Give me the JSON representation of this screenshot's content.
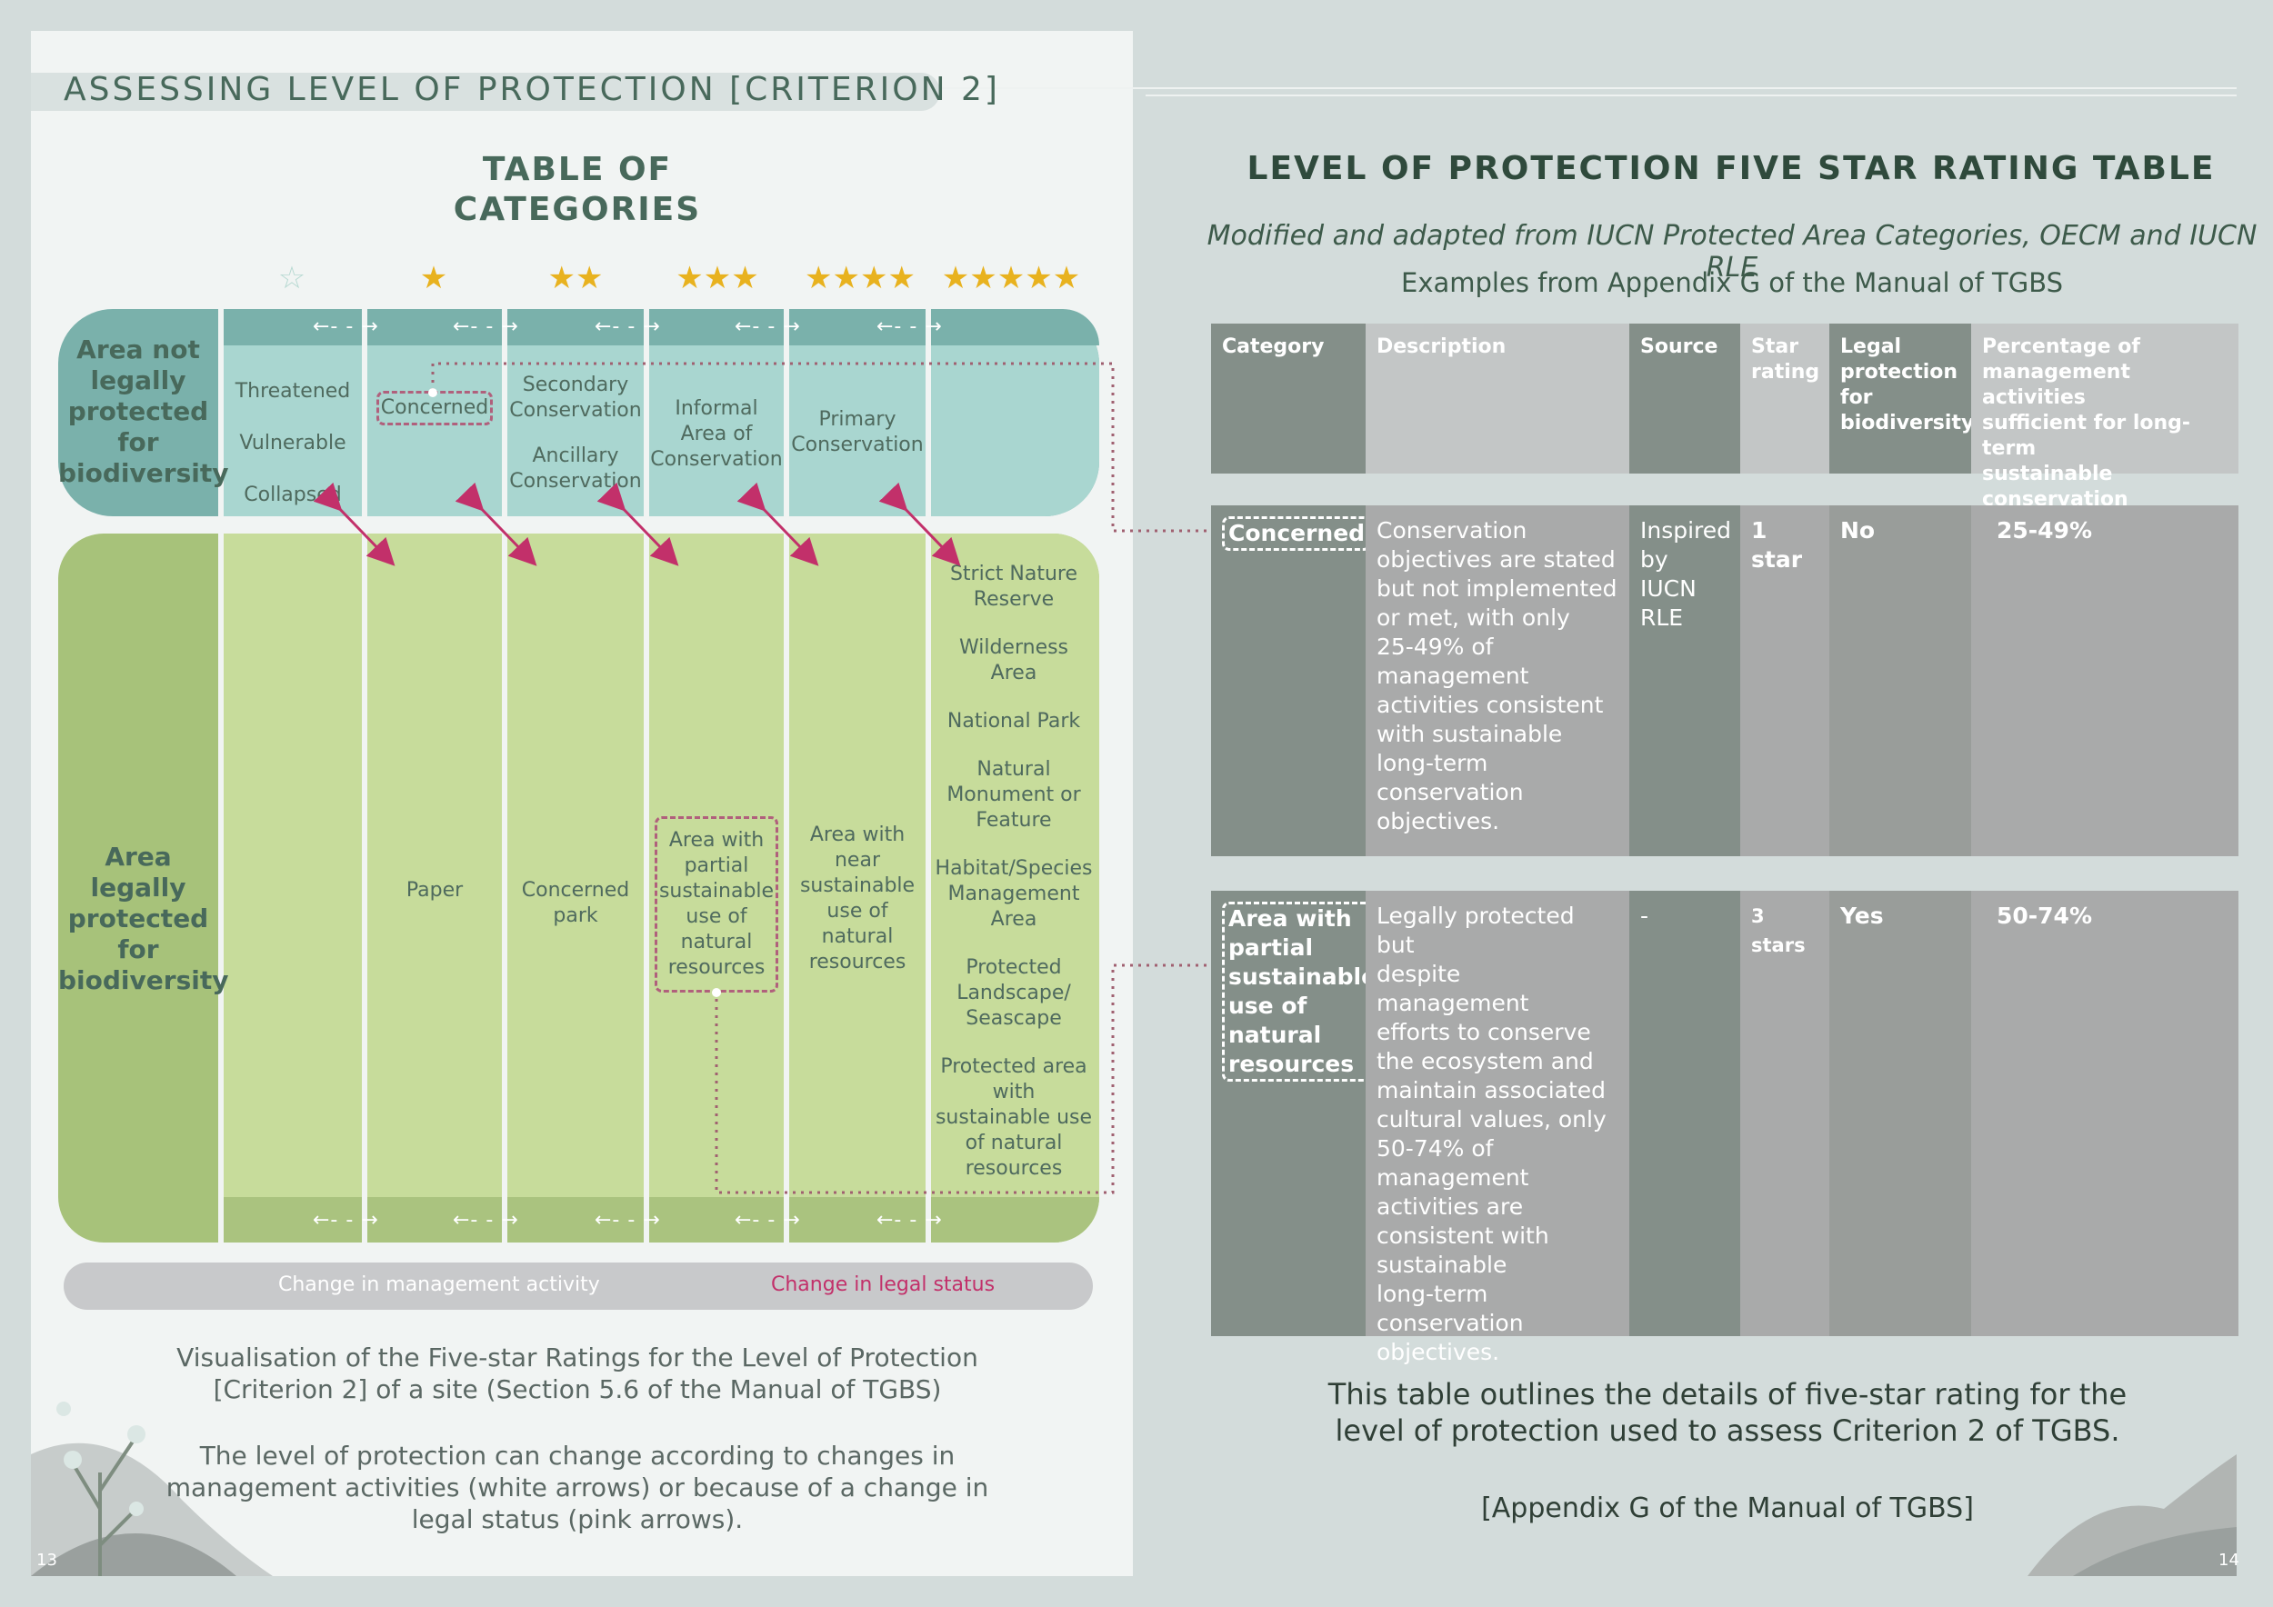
{
  "left": {
    "banner_title": "ASSESSING LEVEL OF PROTECTION [CRITERION 2]",
    "table_title_line1": "TABLE OF",
    "table_title_line2": "CATEGORIES",
    "star_headers": [
      "☆",
      "★",
      "★★",
      "★★★",
      "★★★★",
      "★★★★★"
    ],
    "row_not_protected": [
      "Area not",
      "legally",
      "protected",
      "for",
      "biodiversity"
    ],
    "row_protected": [
      "Area",
      "legally",
      "protected",
      "for",
      "biodiversity"
    ],
    "top_cells": {
      "col0": [
        "Threatened",
        "Vulnerable",
        "Collapsed"
      ],
      "col1": "Concerned",
      "col2a": [
        "Secondary",
        "Conservation"
      ],
      "col2b": [
        "Ancillary",
        "Conservation"
      ],
      "col3": [
        "Informal",
        "Area of",
        "Conservation"
      ],
      "col4": [
        "Primary",
        "Conservation"
      ]
    },
    "bottom_cells": {
      "col1": "Paper",
      "col2": [
        "Concerned",
        "park"
      ],
      "col3": [
        "Area with",
        "partial",
        "sustainable",
        "use of",
        "natural",
        "resources"
      ],
      "col4": [
        "Area with",
        "near",
        "sustainable",
        "use of",
        "natural",
        "resources"
      ],
      "col5": [
        [
          "Strict Nature",
          "Reserve"
        ],
        [
          "Wilderness",
          "Area"
        ],
        [
          "National Park"
        ],
        [
          "Natural",
          "Monument or",
          "Feature"
        ],
        [
          "Habitat/Species",
          "Management",
          "Area"
        ],
        [
          "Protected",
          "Landscape/",
          "Seascape"
        ],
        [
          "Protected area",
          "with",
          "sustainable use",
          "of natural",
          "resources"
        ]
      ]
    },
    "dash_arrow": "←- - →",
    "legend_management": "Change in management activity",
    "legend_legal": "Change in legal status",
    "caption1_line1": "Visualisation of the Five-star Ratings for the Level of Protection",
    "caption1_line2": "[Criterion 2] of a site (Section 5.6 of the Manual of TGBS)",
    "caption2_line1": "The level of protection can change according to changes in",
    "caption2_line2": "management activities (white arrows) or because of a change in",
    "caption2_line3": "legal status (pink arrows).",
    "page_number": "13"
  },
  "right": {
    "title": "LEVEL OF PROTECTION FIVE STAR RATING TABLE",
    "subtitle": "Modified and adapted from IUCN Protected Area Categories, OECM and IUCN RLE",
    "subtitle2": "Examples from Appendix G of the Manual of TGBS",
    "headers": {
      "category": "Category",
      "description": "Description",
      "source": "Source",
      "star": [
        "Star",
        "rating"
      ],
      "legal": [
        "Legal",
        "protection",
        "for",
        "biodiversity"
      ],
      "percentage": [
        "Percentage of",
        "management activities",
        "sufficient for long-term",
        "sustainable",
        "conservation objectives"
      ]
    },
    "rows": [
      {
        "category": [
          "Concerned"
        ],
        "description": [
          "Conservation",
          "objectives are stated",
          "but not implemented",
          "or met, with only",
          "25-49% of",
          "management",
          "activities consistent",
          "with sustainable",
          "long-term",
          "conservation",
          "objectives."
        ],
        "source": [
          "Inspired",
          "by",
          "IUCN",
          "RLE"
        ],
        "star": "1 star",
        "legal": "No",
        "percentage": "25-49%"
      },
      {
        "category": [
          "Area with",
          "partial",
          "sustainable",
          "use of",
          "natural",
          "resources"
        ],
        "description": [
          "Legally protected but",
          "despite management",
          "efforts to conserve",
          "the ecosystem and",
          "maintain associated",
          "cultural values, only",
          "50-74% of",
          "management",
          "activities are",
          "consistent with",
          "sustainable",
          "long-term",
          "conservation",
          "objectives."
        ],
        "source": [
          "-"
        ],
        "star": "3 stars",
        "legal": "Yes",
        "percentage": "50-74%"
      }
    ],
    "bottom_caption_line1": "This table outlines the details of five-star rating for the",
    "bottom_caption_line2": "level of protection used to assess Criterion 2 of TGBS.",
    "appendix_ref": "[Appendix G of the Manual of TGBS]",
    "page_number": "14"
  },
  "colors": {
    "teal_band": "#7ab1ab",
    "teal_cell": "#a9d6d0",
    "green_band": "#a7c27a",
    "green_cell": "#c7dc9b",
    "star": "#e8b21f",
    "pink_arrow": "#c2306a",
    "table_dark": "#848f89",
    "table_light": "#c3c6c6"
  }
}
